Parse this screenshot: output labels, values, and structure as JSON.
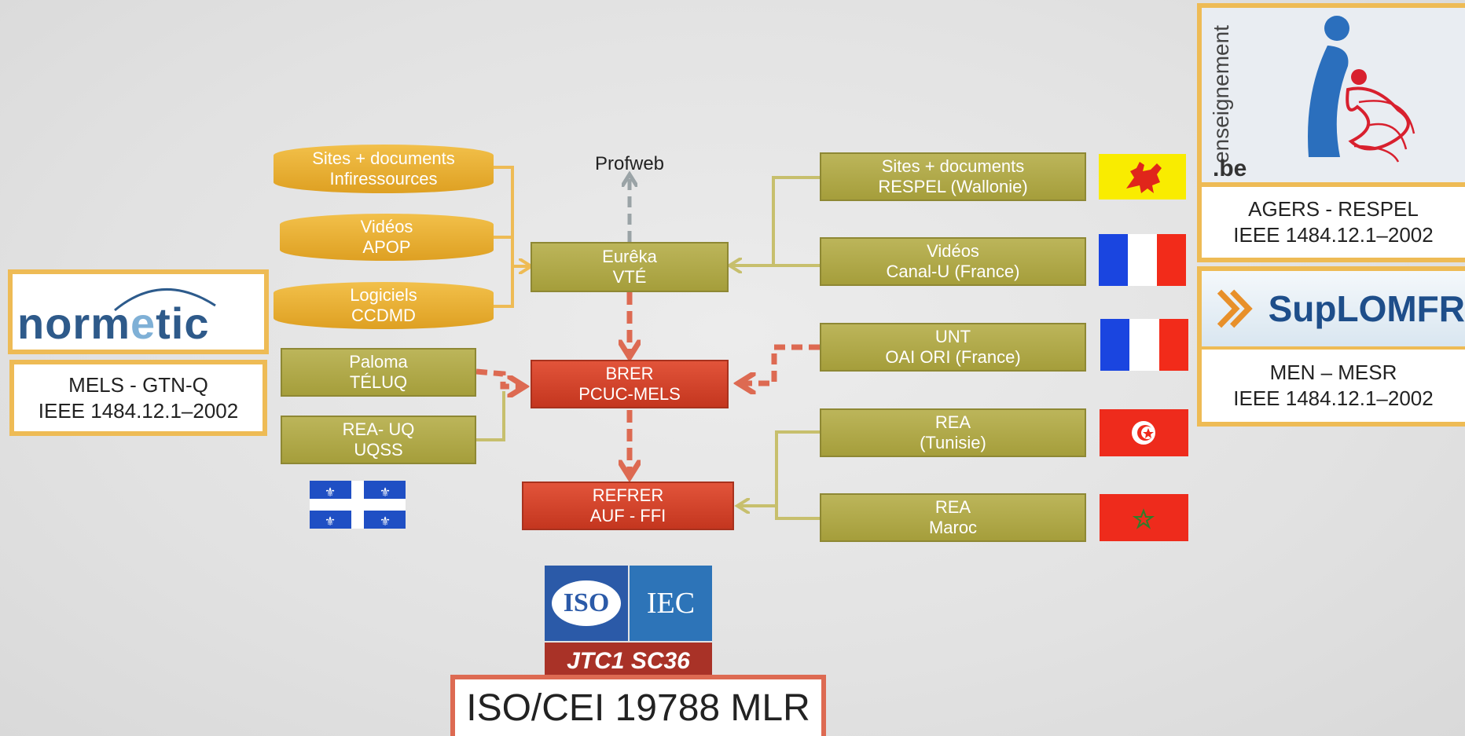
{
  "left_sources": [
    {
      "line1": "Sites + documents",
      "line2": "Infiressources"
    },
    {
      "line1": "Vidéos",
      "line2": "APOP"
    },
    {
      "line1": "Logiciels",
      "line2": "CCDMD"
    }
  ],
  "quebec_nodes": [
    {
      "line1": "Paloma",
      "line2": "TÉLUQ"
    },
    {
      "line1": "REA- UQ",
      "line2": "UQSS"
    }
  ],
  "center_nodes": {
    "profweb": "Profweb",
    "eureka": {
      "line1": "Eurêka",
      "line2": "VTÉ"
    },
    "brer": {
      "line1": "BRER",
      "line2": "PCUC-MELS"
    },
    "refrer": {
      "line1": "REFRER",
      "line2": "AUF - FFI"
    }
  },
  "right_nodes": [
    {
      "line1": "Sites + documents",
      "line2": "RESPEL (Wallonie)",
      "flag": "wallonia-flag"
    },
    {
      "line1": "Vidéos",
      "line2": "Canal-U (France)",
      "flag": "france-flag"
    },
    {
      "line1": "UNT",
      "line2": "OAI ORI (France)",
      "flag": "france-flag"
    },
    {
      "line1": "REA",
      "line2": "(Tunisie)",
      "flag": "tunisia-flag"
    },
    {
      "line1": "REA",
      "line2": "Maroc",
      "flag": "morocco-flag"
    }
  ],
  "logos": {
    "normetic": {
      "part1": "norm",
      "part2": "e",
      "part3": "tic"
    },
    "suplomfr": "SupLOMFR",
    "enseignement": {
      "vertical": "enseignement",
      "suffix": ".be"
    },
    "iso": {
      "iso": "ISO",
      "iec": "IEC",
      "jtc": "JTC1 SC36"
    }
  },
  "standards": {
    "mels": {
      "line1": "MELS - GTN-Q",
      "line2": "IEEE 1484.12.1–2002"
    },
    "agers": {
      "line1": "AGERS - RESPEL",
      "line2": "IEEE 1484.12.1–2002"
    },
    "men": {
      "line1": "MEN – MESR",
      "line2": "IEEE 1484.12.1–2002"
    },
    "iso": "ISO/CEI 19788 MLR"
  },
  "colors": {
    "olive": "#aba445",
    "red": "#d8472d",
    "gold": "#e8a92c",
    "connector_olive": "#c7bf6d",
    "connector_gold": "#eebb55",
    "connector_red": "#dd6a52",
    "connector_grey": "#9aa3a6",
    "frame_gold": "#eebb55",
    "frame_coral": "#dd6a52"
  }
}
